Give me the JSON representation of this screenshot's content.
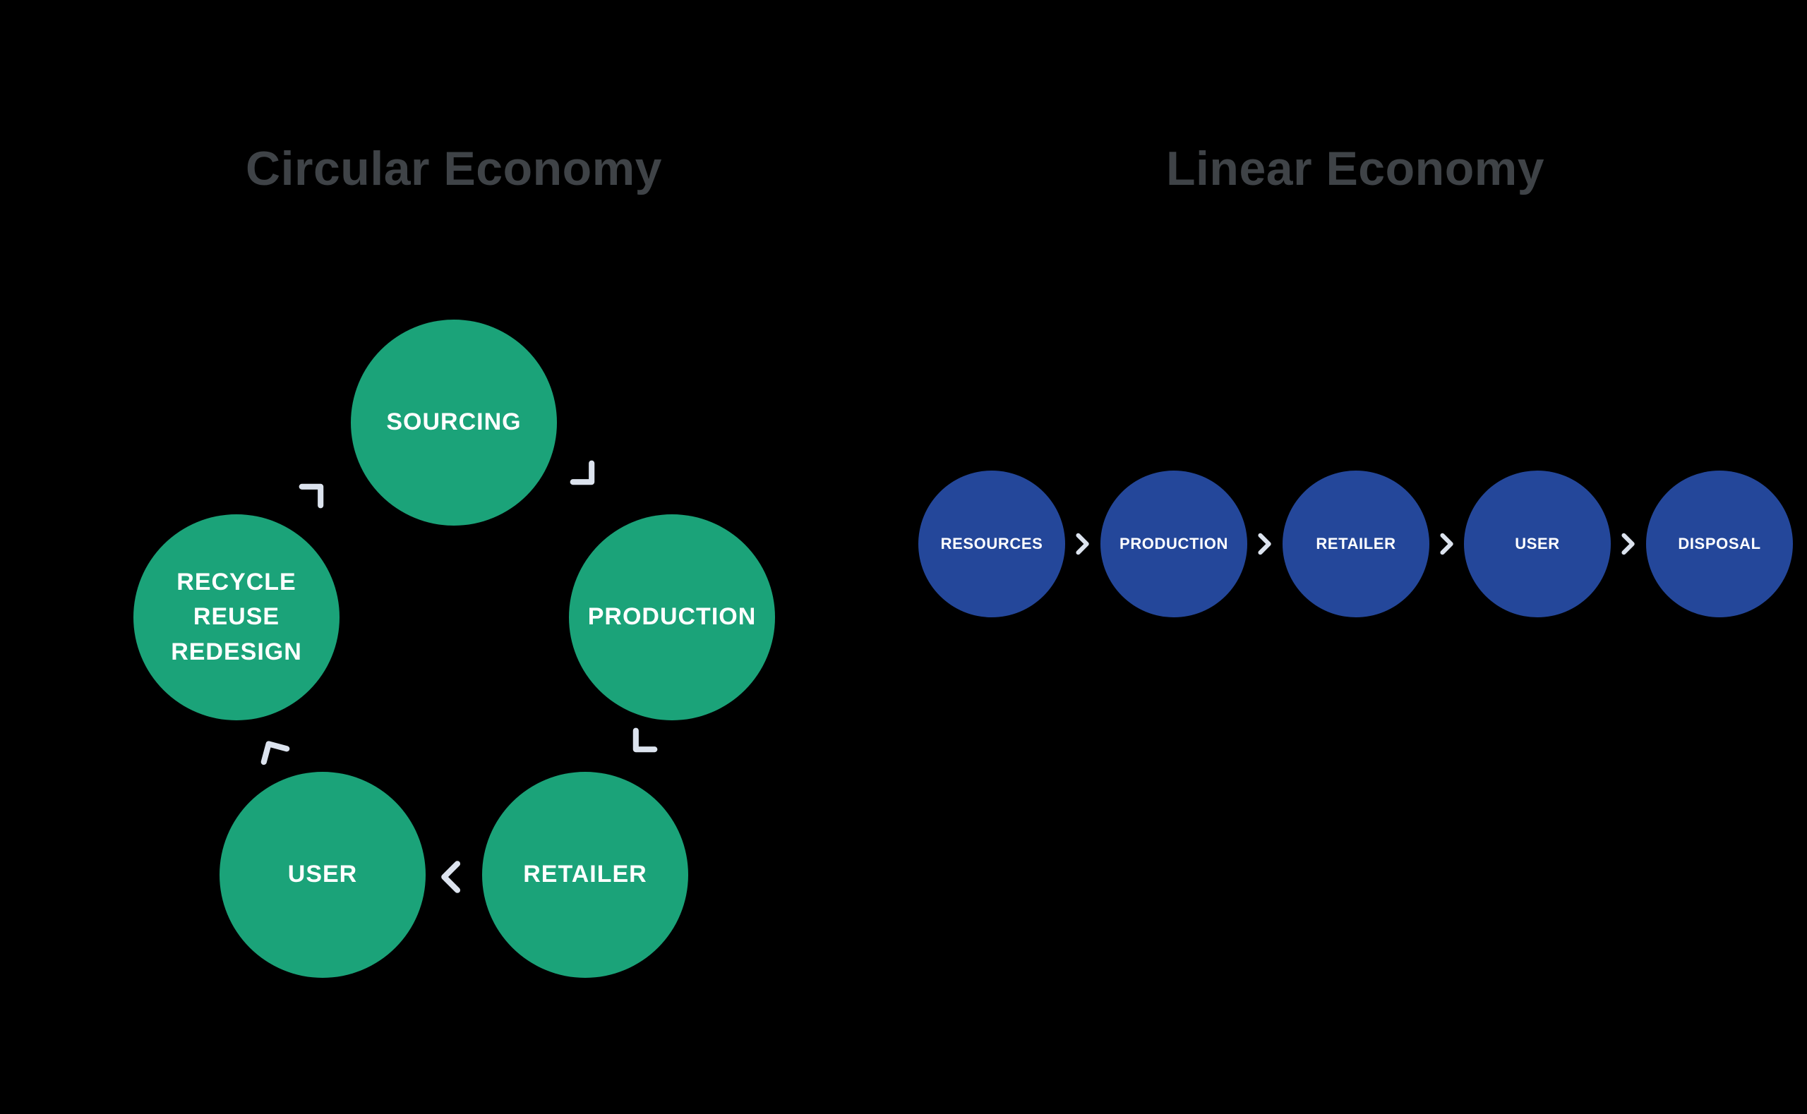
{
  "circular": {
    "title": "Circular Economy",
    "nodes": [
      {
        "label": "SOURCING"
      },
      {
        "label": "PRODUCTION"
      },
      {
        "label": "RETAILER"
      },
      {
        "label": "USER"
      },
      {
        "label": "RECYCLE\nREUSE\nREDESIGN"
      }
    ]
  },
  "linear": {
    "title": "Linear Economy",
    "nodes": [
      {
        "label": "RESOURCES"
      },
      {
        "label": "PRODUCTION"
      },
      {
        "label": "RETAILER"
      },
      {
        "label": "USER"
      },
      {
        "label": "DISPOSAL"
      }
    ]
  },
  "icons": {
    "flow_arrow": "chevron-right"
  },
  "colors": {
    "background": "#000000",
    "title_text": "#3F4347",
    "circular_node": "#1BA379",
    "linear_node": "#24479A",
    "node_text": "#FFFFFF",
    "arrow": "#DCE3EE"
  }
}
